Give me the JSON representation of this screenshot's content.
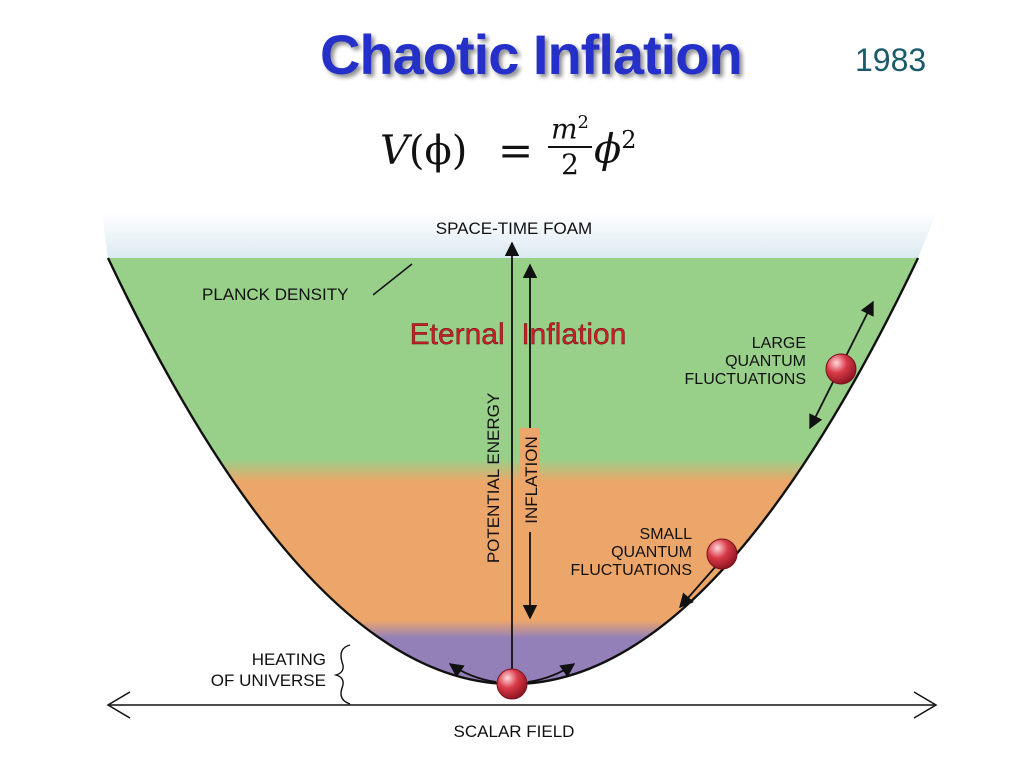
{
  "title": "Chaotic Inflation",
  "year": "1983",
  "formula": {
    "lhs_fn": "V",
    "lhs_arg": "(ϕ)",
    "equals": "=",
    "numerator": "m",
    "numerator_exp": "2",
    "denominator": "2",
    "variable": "ϕ",
    "variable_exp": "2"
  },
  "diagram": {
    "top_band_label": "SPACE-TIME FOAM",
    "planck_label": "PLANCK DENSITY",
    "eternal_label": "Eternal  Inflation",
    "potential_energy_label": "POTENTIAL ENERGY",
    "inflation_label": "INFLATION",
    "large_fluct_lines": [
      "LARGE",
      "QUANTUM",
      "FLUCTUATIONS"
    ],
    "small_fluct_lines": [
      "SMALL",
      "QUANTUM",
      "FLUCTUATIONS"
    ],
    "heating_lines": [
      "HEATING",
      "OF UNIVERSE"
    ],
    "x_axis_label": "SCALAR FIELD",
    "colors": {
      "foam": "#d8e8f0",
      "eternal_zone": "#98d08a",
      "inflation_zone": "#eda66a",
      "heating_zone": "#9480b8",
      "ball": "#d93a48",
      "title": "#2430c8",
      "eternal_text": "#c81e2a"
    }
  }
}
